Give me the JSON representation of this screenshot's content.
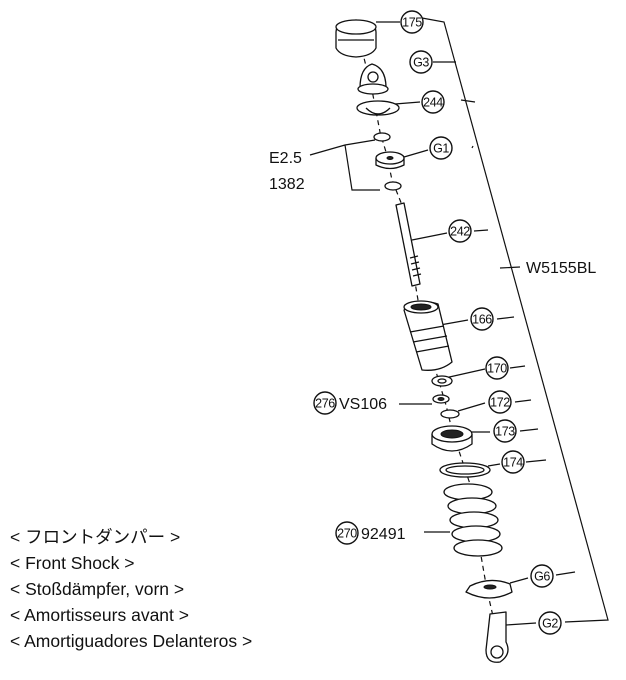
{
  "callouts": {
    "c175": "175",
    "cG3": "G3",
    "c244": "244",
    "cG1": "G1",
    "c242": "242",
    "c166": "166",
    "c170": "170",
    "c172": "172",
    "c173": "173",
    "c174": "174",
    "cG6": "G6",
    "cG2": "G2",
    "c276": "276",
    "c270": "270"
  },
  "labels": {
    "e25": "E2.5",
    "n1382": "1382",
    "vs106": "VS106",
    "n92491": "92491",
    "w5155bl": "W5155BL"
  },
  "captions": [
    "< フロントダンパー >",
    "< Front Shock >",
    "< Stoßdämpfer, vorn >",
    "< Amortisseurs avant >",
    "< Amortiguadores Delanteros >"
  ]
}
